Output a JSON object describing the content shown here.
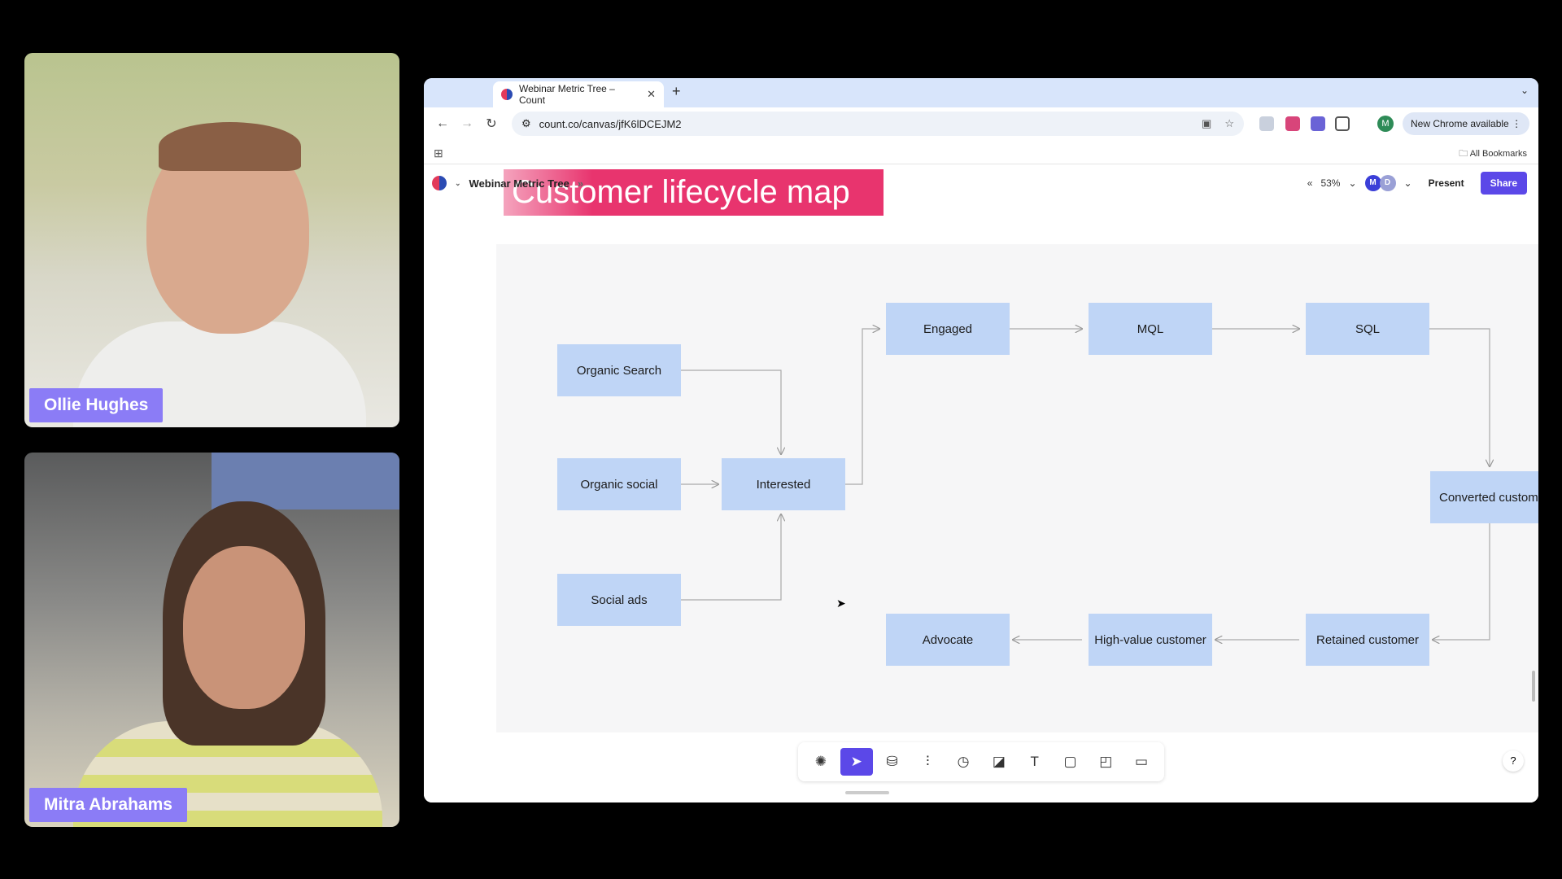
{
  "participants": [
    {
      "name": "Ollie Hughes"
    },
    {
      "name": "Mitra Abrahams"
    }
  ],
  "browser": {
    "tab_title": "Webinar Metric Tree – Count",
    "url": "count.co/canvas/jfK6lDCEJM2",
    "new_chrome": "New Chrome available",
    "all_bookmarks": "All Bookmarks",
    "profile_initial": "M"
  },
  "app": {
    "canvas_name": "Webinar Metric Tree",
    "heading": "Customer lifecycle map",
    "zoom": "53%",
    "avatars": [
      "M",
      "D"
    ],
    "present_label": "Present",
    "share_label": "Share",
    "help_label": "?"
  },
  "diagram": {
    "nodes": {
      "organic_search": "Organic Search",
      "organic_social": "Organic social",
      "social_ads": "Social ads",
      "interested": "Interested",
      "engaged": "Engaged",
      "mql": "MQL",
      "sql": "SQL",
      "converted": "Converted customer",
      "retained": "Retained customer",
      "high_value": "High-value customer",
      "advocate": "Advocate"
    }
  },
  "toolbar_icons": [
    "brain-icon",
    "select-pointer-icon",
    "database-icon",
    "chart-icon",
    "clock-icon",
    "sticky-note-icon",
    "text-icon",
    "shape-icon",
    "frame-icon",
    "comment-icon"
  ],
  "colors": {
    "accent": "#5b48e8",
    "heading_bg": "#e8346e",
    "node_bg": "#bfd5f6",
    "name_tag": "#8b7cf6"
  }
}
